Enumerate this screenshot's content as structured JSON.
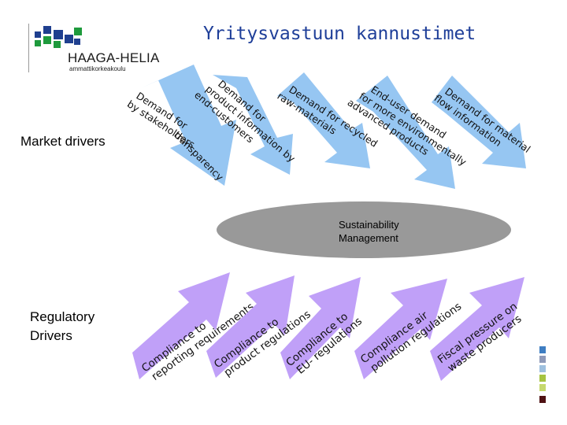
{
  "logo": {
    "name": "HAAGA-HELIA",
    "subtitle": "ammattikorkeakoulu"
  },
  "title": "Yritysvastuun kannustimet",
  "market_label": "Market drivers",
  "regulatory_label": "Regulatory Drivers",
  "ellipse": {
    "line1": "Sustainability",
    "line2": "Management"
  },
  "market_arrows": [
    {
      "lines": [
        "Demand for",
        "by stakeholders"
      ]
    },
    {
      "lines": [
        "Demand for",
        "product information by",
        "end-customers"
      ]
    },
    {
      "lines": [
        "Demand for recycled",
        "raw-materials"
      ]
    },
    {
      "lines": [
        "End-user demand",
        "for more environmentally",
        "advanced products"
      ]
    },
    {
      "lines": [
        "Demand for material",
        "flow information"
      ]
    }
  ],
  "market_arrow_tail": {
    "arrow_index": 0,
    "text": "transparency"
  },
  "regulatory_arrows": [
    {
      "lines": [
        "Compliance to",
        "reporting requirements"
      ]
    },
    {
      "lines": [
        "Compliance to",
        "product regulations"
      ]
    },
    {
      "lines": [
        "Compliance to",
        "EU- regulations"
      ]
    },
    {
      "lines": [
        "Compliance air",
        "pollution regulations"
      ]
    },
    {
      "lines": [
        "Fiscal pressure on",
        "waste producers"
      ]
    }
  ],
  "colors": {
    "market_arrow": "#96c6f2",
    "regulatory_arrow": "#c0a0f8",
    "ellipse": "#999999",
    "title": "#1f3f99",
    "logo_green": "#1e9a3c",
    "logo_blue": "#1f3f8f"
  },
  "decor_colors": [
    "#3f7ec2",
    "#8f9ab9",
    "#9ec0df",
    "#a6c341",
    "#c6d86e",
    "#4f1214"
  ]
}
